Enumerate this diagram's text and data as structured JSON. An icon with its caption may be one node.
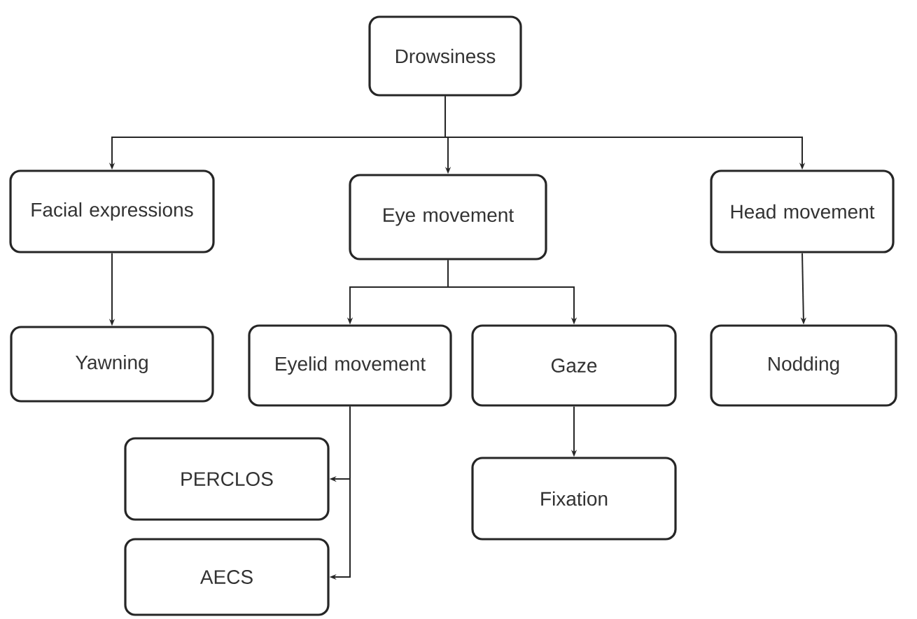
{
  "diagram": {
    "nodes": [
      {
        "text": [
          "Drowsiness"
        ]
      },
      {
        "text": [
          "Facial expressions"
        ]
      },
      {
        "text": [
          "Eye movement"
        ]
      },
      {
        "text": [
          "Head movement"
        ]
      },
      {
        "text": [
          "Yawning"
        ]
      },
      {
        "text": [
          "Eyelid movement"
        ]
      },
      {
        "text": [
          "Gaze"
        ]
      },
      {
        "text": [
          "Nodding"
        ]
      },
      {
        "text": [
          "PERCLOS"
        ]
      },
      {
        "text": [
          "AECS"
        ]
      },
      {
        "text": [
          "Fixation"
        ]
      }
    ],
    "edges": [
      {
        "from": 0,
        "to": 1,
        "arrow": "to"
      },
      {
        "from": 0,
        "to": 2,
        "arrow": "to"
      },
      {
        "from": 0,
        "to": 3,
        "arrow": "to"
      },
      {
        "from": 1,
        "to": 4,
        "arrow": "to"
      },
      {
        "from": 2,
        "to": 5,
        "arrow": "to"
      },
      {
        "from": 2,
        "to": 6,
        "arrow": "to"
      },
      {
        "from": 3,
        "to": 7,
        "arrow": "to"
      },
      {
        "from": 5,
        "to": 8,
        "arrow": "to"
      },
      {
        "from": 5,
        "to": 9,
        "arrow": "to"
      },
      {
        "from": 6,
        "to": 10,
        "arrow": "to"
      }
    ]
  }
}
